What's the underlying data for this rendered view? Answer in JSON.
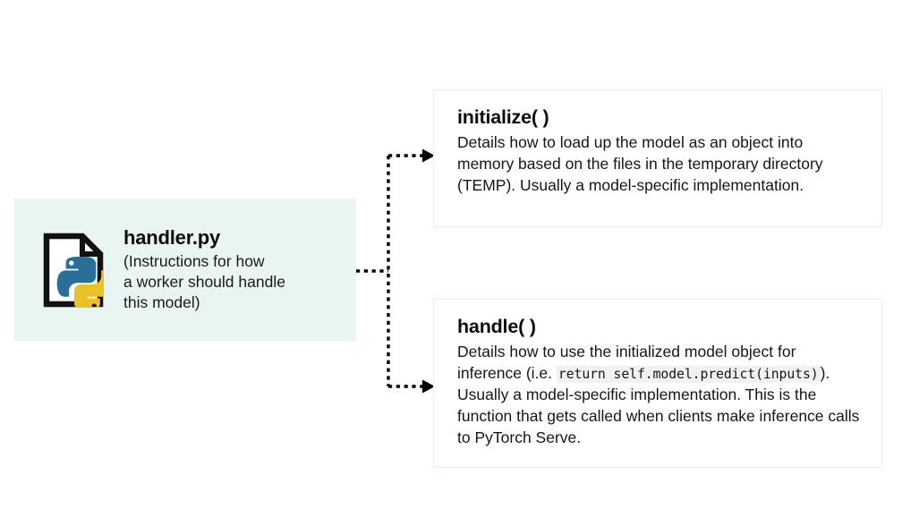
{
  "source": {
    "icon": "python-file-icon",
    "title": "handler.py",
    "subtitle": "(Instructions for how\na worker should handle\nthis model)",
    "background_color": "#e8f5f0"
  },
  "connector": {
    "style": "dotted",
    "color": "#000000",
    "arrow_count": 2,
    "branches": [
      "to-initialize",
      "to-handle"
    ]
  },
  "cards": [
    {
      "id": "initialize",
      "name": "initialize( )",
      "description": "Details how to load up the model as an object into memory based on the files in the temporary directory (TEMP). Usually a model-specific implementation.",
      "border_color": "#e2f1ec"
    },
    {
      "id": "handle",
      "name": "handle( )",
      "description_part1": "Details how to use the initialized model object for inference (i.e. ",
      "code": "return self.model.predict(inputs)",
      "description_part2": "). Usually a model-specific implementation. This is the function that gets called when clients make inference calls to PyTorch Serve.",
      "code_background": "#f1f1f1",
      "border_color": "#e2f1ec"
    }
  ]
}
